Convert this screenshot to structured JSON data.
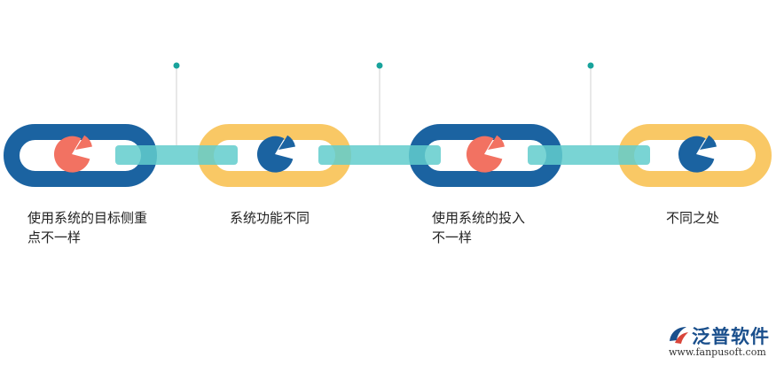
{
  "steps": [
    {
      "label": "使用系统的目标侧重\n点不一样",
      "ring_color": "#1b63a1",
      "pie_color": "#f27262"
    },
    {
      "label": "系统功能不同",
      "ring_color": "#f9c865",
      "pie_color": "#1b63a1"
    },
    {
      "label": "使用系统的投入\n不一样",
      "ring_color": "#1b63a1",
      "pie_color": "#f27262"
    },
    {
      "label": "不同之处",
      "ring_color": "#f9c865",
      "pie_color": "#1b63a1"
    }
  ],
  "colors": {
    "connector": "#62cccc",
    "pin_dot": "#18a39c",
    "pin_line": "#d0d0d0"
  },
  "logo": {
    "text": "泛普软件",
    "url": "www.fanpusoft.com",
    "icon": "fanpu-logo-icon"
  }
}
